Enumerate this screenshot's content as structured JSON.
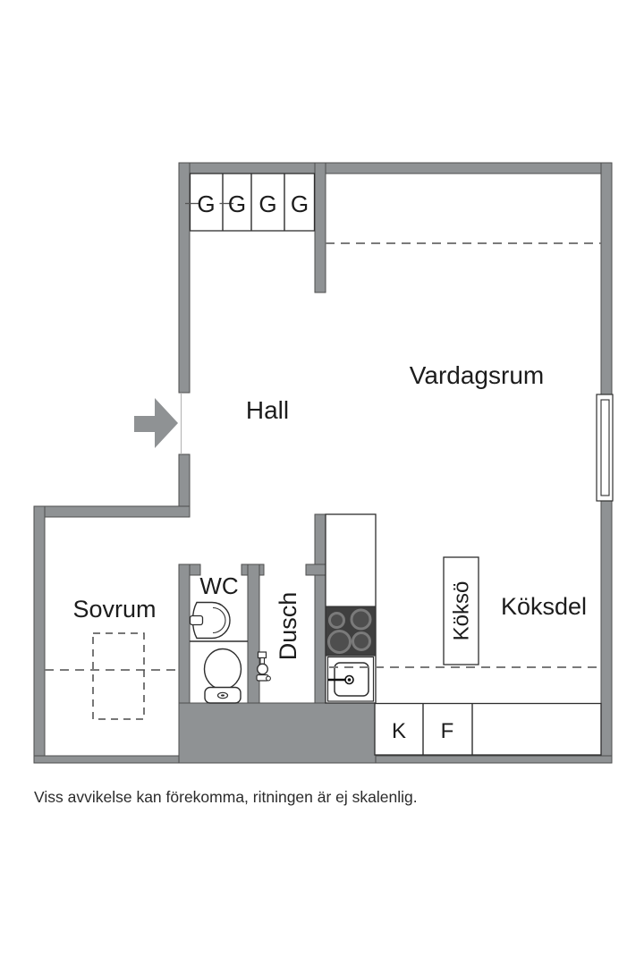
{
  "floorplan": {
    "rooms": {
      "hall": "Hall",
      "living_room": "Vardagsrum",
      "bedroom": "Sovrum",
      "wc": "WC",
      "shower": "Dusch",
      "kitchen_island": "Köksö",
      "kitchen_area": "Köksdel"
    },
    "closets": [
      "G",
      "G",
      "G",
      "G"
    ],
    "appliance_labels": {
      "k": "K",
      "f": "F"
    },
    "disclaimer": "Viss avvikelse kan förekomma, ritningen är ej skalenlig.",
    "colors": {
      "background": "#ffffff",
      "wall_fill": "#8f9294",
      "wall_outline": "#4e4e4e",
      "line": "#2e2e2e",
      "stove_fill": "#3f3f3f",
      "burner_ring": "#7a7a7a",
      "dashed_line": "#7a7a7a",
      "label_text": "#1c1c1c"
    }
  }
}
